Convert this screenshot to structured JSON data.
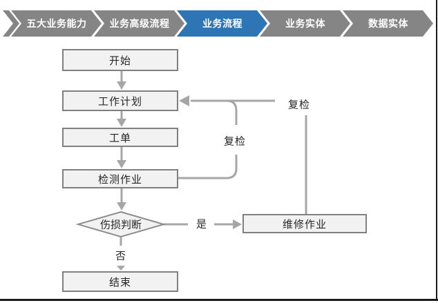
{
  "nav": {
    "items": [
      {
        "label": "五大业务能力",
        "active": false
      },
      {
        "label": "业务高级流程",
        "active": false
      },
      {
        "label": "业务流程",
        "active": true
      },
      {
        "label": "业务实体",
        "active": false
      },
      {
        "label": "数据实体",
        "active": false
      }
    ],
    "colors": {
      "inactive": "#858585",
      "active": "#2E75B6",
      "text": "#FFFFFF"
    }
  },
  "flowchart": {
    "nodes": {
      "start": "开始",
      "plan": "工作计划",
      "order": "工单",
      "inspect": "检测作业",
      "decision": "伤损判断",
      "repair": "维修作业",
      "end": "结束"
    },
    "edge_labels": {
      "yes": "是",
      "no": "否",
      "recheck_inner": "复检",
      "recheck_outer": "复检"
    },
    "colors": {
      "node_fill": "#F2F2F2",
      "node_border": "#7F7F7F",
      "diamond_border": "#8C8C8C",
      "connector": "#A6A6A6",
      "text": "#262626"
    }
  }
}
